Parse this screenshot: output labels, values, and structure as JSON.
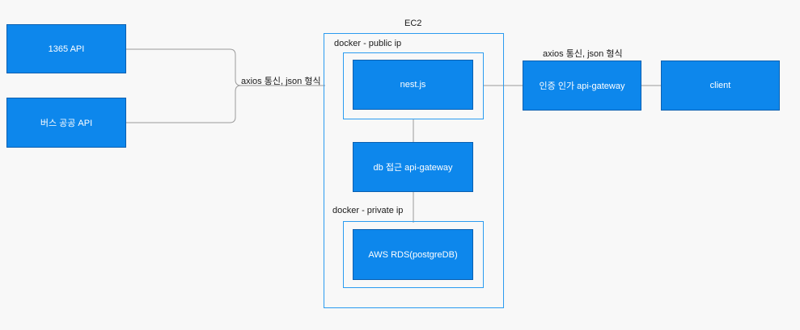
{
  "diagram": {
    "nodes": {
      "api_1365": "1365 API",
      "bus_api": "버스 공공 API",
      "nest": "nest.js",
      "db_gateway": "db 접근 api-gateway",
      "rds": "AWS RDS(postgreDB)",
      "auth_gateway": "인증 인가 api-gateway",
      "client": "client"
    },
    "groups": {
      "ec2": "EC2",
      "docker_public": "docker - public ip",
      "docker_private": "docker - private ip"
    },
    "edge_labels": {
      "left_link": "axios 통신, json 형식",
      "right_link": "axios 통신, json 형식"
    },
    "colors": {
      "node_fill": "#0d87ec",
      "frame_border": "#2a9bf0",
      "connector": "#9a9a9a",
      "background": "#f8f8f8"
    }
  }
}
